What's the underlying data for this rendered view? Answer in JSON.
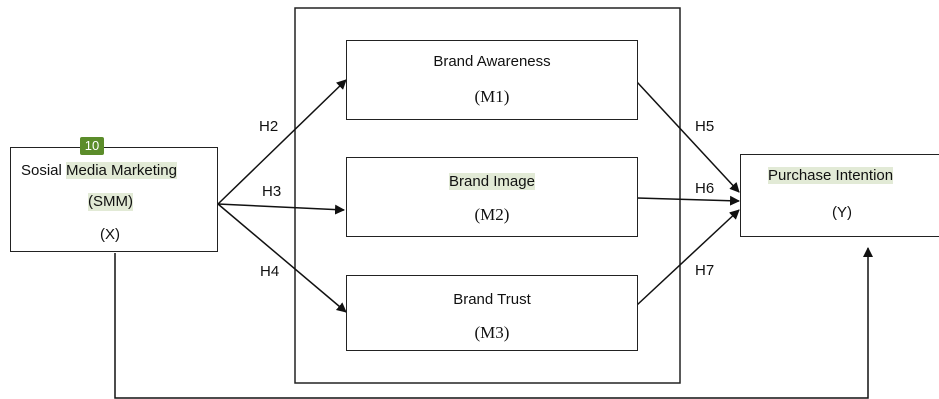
{
  "smm": {
    "line1_a": "Sosial ",
    "line1_b": "Media Marketing",
    "line2": "(SMM)",
    "line3": "(X)",
    "badge": "10"
  },
  "m1": {
    "title": "Brand Awareness",
    "code": "(M1)"
  },
  "m2": {
    "title": "Brand Image",
    "code": "(M2)"
  },
  "m3": {
    "title": "Brand Trust",
    "code": "(M3)"
  },
  "y": {
    "title": "Purchase Intention",
    "code": "(Y)"
  },
  "hypotheses": {
    "h2": "H2",
    "h3": "H3",
    "h4": "H4",
    "h5": "H5",
    "h6": "H6",
    "h7": "H7"
  },
  "colors": {
    "highlight": "#e2ead6",
    "badge": "#5b8c2a"
  }
}
